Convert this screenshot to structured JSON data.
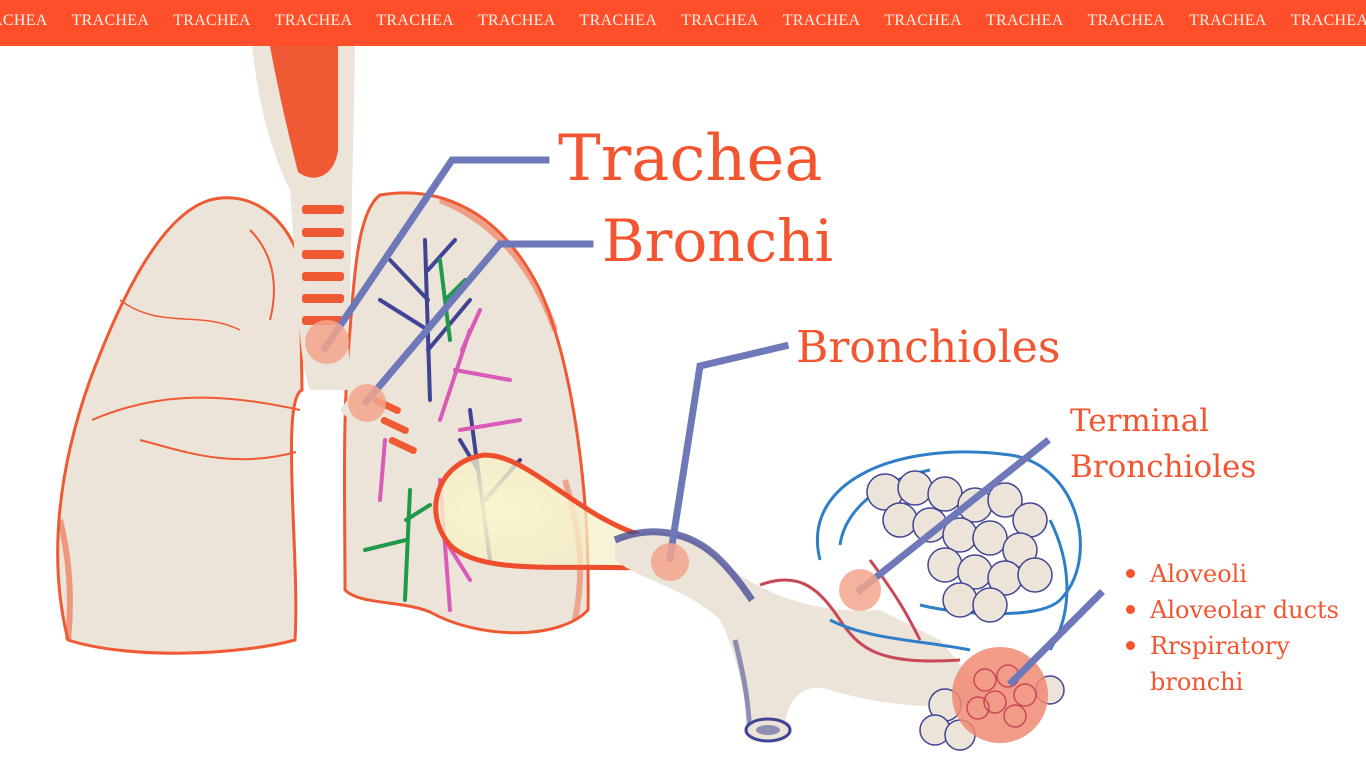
{
  "banner": {
    "word": "TRACHEA",
    "background": "#ff4f2a",
    "text_color": "#fff2ea"
  },
  "labels": {
    "trachea": "Trachea",
    "bronchi": "Bronchi",
    "bronchioles": "Bronchioles",
    "terminal_bronchioles": "Terminal Bronchioles"
  },
  "bullets": [
    "Aloveoli",
    "Aloveolar ducts",
    "Rrspiratory bronchi"
  ],
  "colors": {
    "label_text": "#f2552f",
    "callout_line": "#6f78b8",
    "marker": "#f3a48c",
    "lung_fill": "#ece4d8",
    "lung_outline": "#ef5a34",
    "airway_blue": "#3f4594",
    "airway_green": "#1f9a4a",
    "airway_pink": "#d95ab8",
    "vessel_blue": "#2f7fc8",
    "vessel_red": "#c94858"
  }
}
